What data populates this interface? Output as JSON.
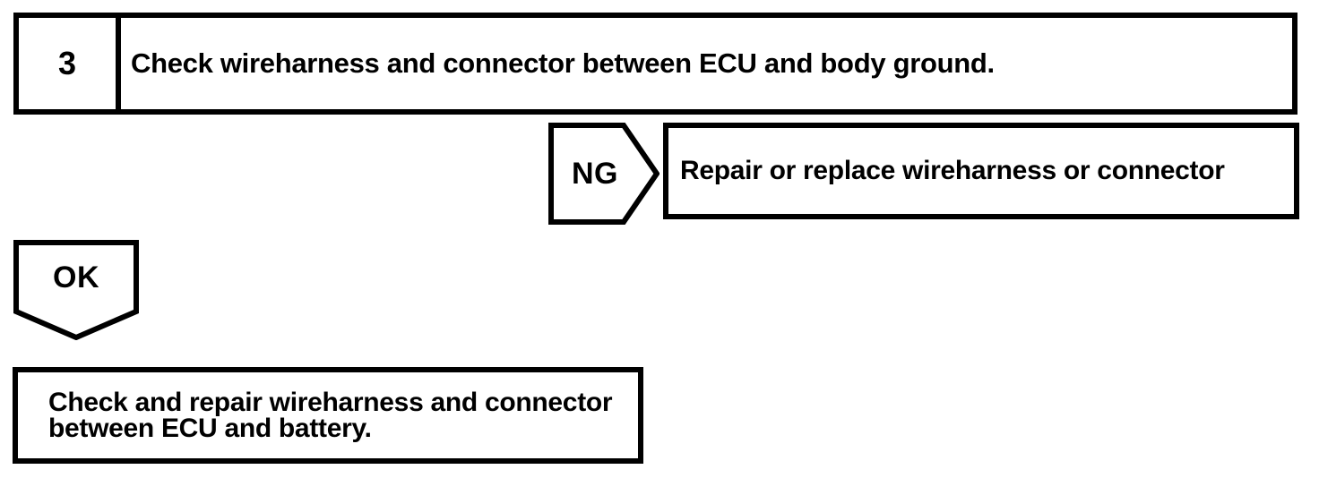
{
  "page": {
    "background_color": "#ffffff",
    "line_color": "#000000"
  },
  "flowchart": {
    "step_box": {
      "number": "3",
      "instruction": "Check wireharness and connector between ECU and body ground."
    },
    "ng_branch": {
      "connector_label": "NG",
      "result": "Repair or replace wireharness or connector"
    },
    "ok_branch": {
      "connector_label": "OK",
      "result_line1": "Check and repair wireharness and connector",
      "result_line2": "between ECU and battery."
    }
  }
}
